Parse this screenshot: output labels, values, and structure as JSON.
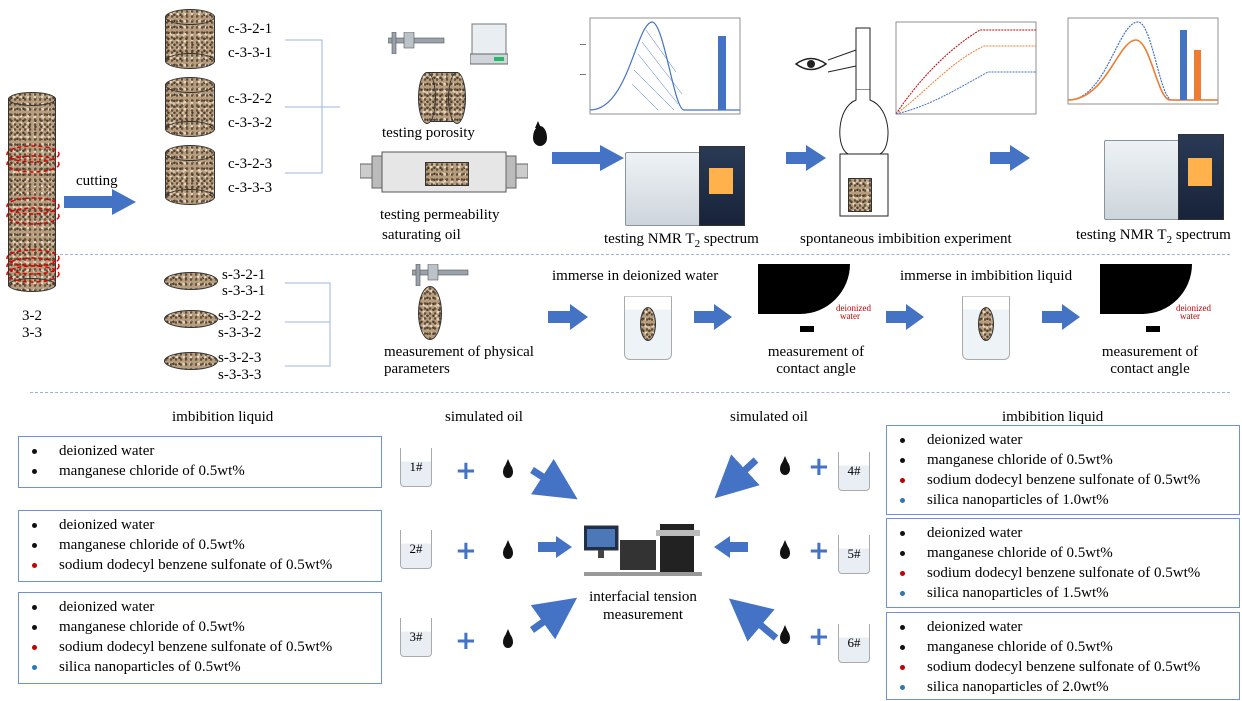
{
  "core": {
    "labels": [
      "3-2",
      "3-3"
    ]
  },
  "cutting": {
    "label": "cutting"
  },
  "cylinder_samples": [
    "c-3-2-1",
    "c-3-3-1",
    "c-3-2-2",
    "c-3-3-2",
    "c-3-2-3",
    "c-3-3-3"
  ],
  "slice_samples": [
    "s-3-2-1",
    "s-3-3-1",
    "s-3-2-2",
    "s-3-3-2",
    "s-3-2-3",
    "s-3-3-3"
  ],
  "row1": {
    "testing_porosity": "testing porosity",
    "testing_permeability": "testing permeability",
    "saturating_oil": "saturating oil",
    "nmr_label_1": "testing NMR T",
    "nmr_sub_1": "2",
    "nmr_suffix_1": " spectrum",
    "imbibition_exp": "spontaneous imbibition experiment",
    "nmr_label_2": "testing NMR T",
    "nmr_sub_2": "2",
    "nmr_suffix_2": " spectrum"
  },
  "row2": {
    "measure_physical_1": "measurement of physical",
    "measure_physical_2": "parameters",
    "immerse_water": "immerse in deionized water",
    "contact_angle_1a": "measurement of",
    "contact_angle_1b": "contact angle",
    "immerse_liquid": "immerse in imbibition liquid",
    "contact_angle_2a": "measurement of",
    "contact_angle_2b": "contact angle",
    "droplet_label_a": "deionized",
    "droplet_label_b": "water"
  },
  "row3": {
    "imbibition_liquid_left": "imbibition liquid",
    "simulated_oil_left": "simulated oil",
    "simulated_oil_right": "simulated oil",
    "imbibition_liquid_right": "imbibition liquid",
    "ift_line1": "interfacial tension",
    "ift_line2": "measurement"
  },
  "bullet_colors": {
    "black": "#111111",
    "red": "#c00000",
    "blue": "#2e75b6",
    "arrow": "#4472c4"
  },
  "liquid_boxes": [
    {
      "beaker": "1#",
      "items": [
        {
          "text": "deionized water",
          "color": "black"
        },
        {
          "text": "manganese chloride of 0.5wt%",
          "color": "black"
        }
      ]
    },
    {
      "beaker": "2#",
      "items": [
        {
          "text": "deionized water",
          "color": "black"
        },
        {
          "text": "manganese chloride of 0.5wt%",
          "color": "black"
        },
        {
          "text": "sodium dodecyl benzene sulfonate of 0.5wt%",
          "color": "red"
        }
      ]
    },
    {
      "beaker": "3#",
      "items": [
        {
          "text": "deionized water",
          "color": "black"
        },
        {
          "text": "manganese chloride of 0.5wt%",
          "color": "black"
        },
        {
          "text": "sodium dodecyl benzene sulfonate of 0.5wt%",
          "color": "red"
        },
        {
          "text": "silica nanoparticles of 0.5wt%",
          "color": "blue"
        }
      ]
    },
    {
      "beaker": "4#",
      "items": [
        {
          "text": "deionized water",
          "color": "black"
        },
        {
          "text": "manganese chloride of 0.5wt%",
          "color": "black"
        },
        {
          "text": "sodium dodecyl benzene sulfonate of 0.5wt%",
          "color": "red"
        },
        {
          "text": "silica nanoparticles of 1.0wt%",
          "color": "blue"
        }
      ]
    },
    {
      "beaker": "5#",
      "items": [
        {
          "text": "deionized water",
          "color": "black"
        },
        {
          "text": "manganese chloride of 0.5wt%",
          "color": "black"
        },
        {
          "text": "sodium dodecyl benzene sulfonate of 0.5wt%",
          "color": "red"
        },
        {
          "text": "silica nanoparticles of 1.5wt%",
          "color": "blue"
        }
      ]
    },
    {
      "beaker": "6#",
      "items": [
        {
          "text": "deionized water",
          "color": "black"
        },
        {
          "text": "manganese chloride of 0.5wt%",
          "color": "black"
        },
        {
          "text": "sodium dodecyl benzene sulfonate of 0.5wt%",
          "color": "red"
        },
        {
          "text": "silica nanoparticles of 2.0wt%",
          "color": "blue"
        }
      ]
    }
  ]
}
